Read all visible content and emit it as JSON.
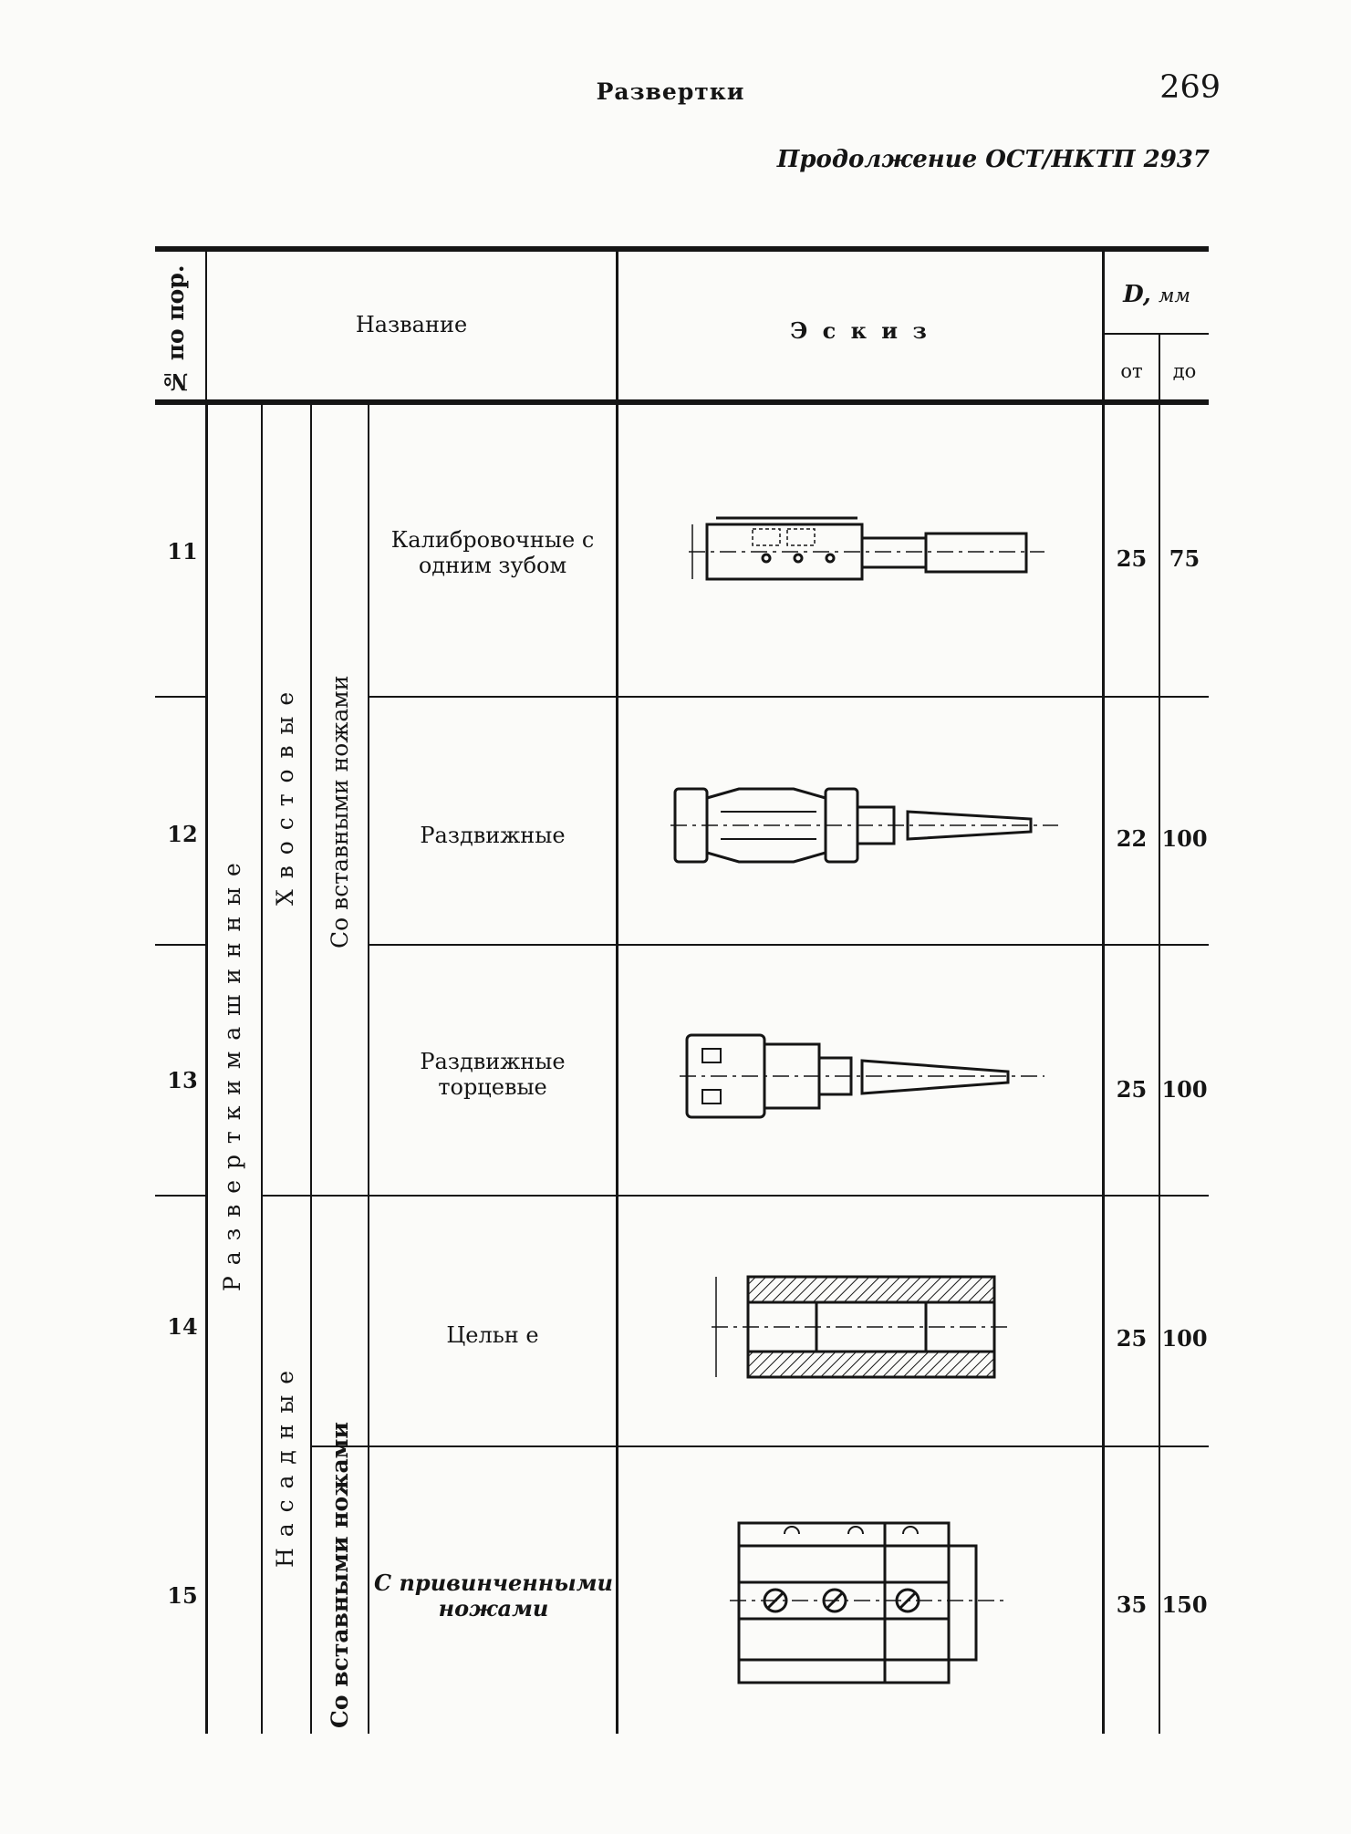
{
  "header": {
    "title": "Развертки",
    "page_number": "269",
    "continuation": "Продолжение ОСТ/НКТП 2937"
  },
  "table": {
    "col_num": "№ по пор.",
    "col_name": "Название",
    "col_sketch": "Э с к и з",
    "col_d": "D,",
    "col_d_unit": "мм",
    "col_from": "от",
    "col_to": "до",
    "group_main": "Р а з в е р т к и   м а ш и н н ы е",
    "group_shank": "Х в о с т о в ы е",
    "group_shell": "Н а с а д н ы е",
    "group_inserted_1": "Со вставными ножами",
    "group_inserted_2": "Со вставными ножами",
    "rows": [
      {
        "num": "11",
        "name": "Калибровочные с одним зубом",
        "from": "25",
        "to": "75",
        "sketch": "reamer-single-tooth-sketch"
      },
      {
        "num": "12",
        "name": "Раздвижные",
        "from": "22",
        "to": "100",
        "sketch": "expanding-reamer-sketch"
      },
      {
        "num": "13",
        "name": "Раздвижные торцевые",
        "from": "25",
        "to": "100",
        "sketch": "expanding-face-reamer-sketch"
      },
      {
        "num": "14",
        "name": "Цельн е",
        "from": "25",
        "to": "100",
        "sketch": "solid-shell-reamer-sketch"
      },
      {
        "num": "15",
        "name": "С привинченными ножами",
        "from": "35",
        "to": "150",
        "sketch": "screwed-blade-reamer-sketch"
      }
    ]
  }
}
